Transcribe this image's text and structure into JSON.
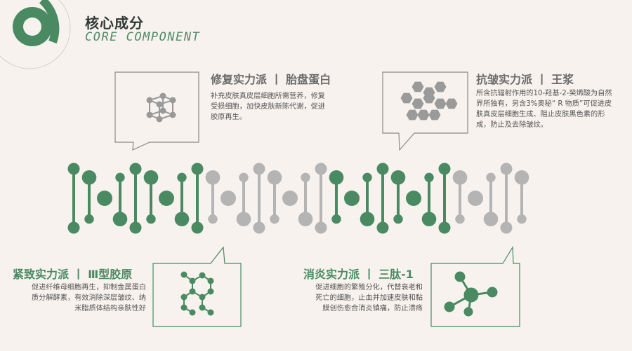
{
  "header": {
    "title": "核心成分",
    "subtitle": "CORE COMPONENT"
  },
  "cards": [
    {
      "heading": "修复实力派 丨 胎盘蛋白",
      "text": "补充皮肤真皮层细胞所需营养，修复受损细胞，加快皮肤新陈代谢，促进胶原再生。",
      "icon": "cube-molecule-icon"
    },
    {
      "heading": "抗皱实力派 丨 王浆",
      "text": "所含抗辐射作用的10-羟基-2-癸烯酸为自然界所独有，另含3%奥秘“ R 物质”可促进皮肤真皮层细胞生成、阻止皮肤黑色素的形成，防止及去除皱纹。",
      "icon": "honeycomb-icon"
    },
    {
      "heading": "紧致实力派 丨 Ⅲ型胶原",
      "text": "促进纤维母细胞再生，抑制金属蛋白质分解酵素，有效消除深层皱纹、纳米脂质体结构亲肤性好",
      "icon": "molecule-network-icon"
    },
    {
      "heading": "消炎实力派 丨 三肽-1",
      "text": "促进细胞的繁殖分化，代替衰老和死亡的细胞，止血并加速皮肤和黏膜创伤愈合消炎镇痛，防止溃疡",
      "icon": "molecule-node-icon"
    }
  ],
  "colors": {
    "green": "#4a8a62",
    "gray": "#b4b4b4",
    "bg": "#f7f2ee"
  }
}
